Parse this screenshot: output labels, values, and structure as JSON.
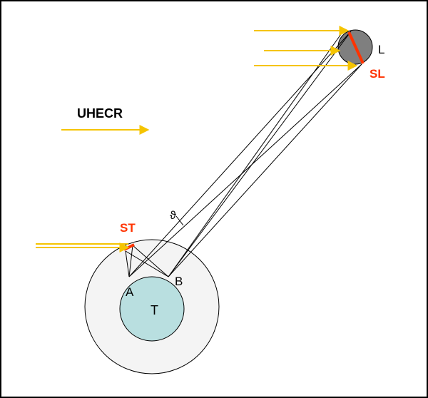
{
  "labels": {
    "uhecr": "UHECR",
    "st": "ST",
    "sl": "SL",
    "l": "L",
    "a": "A",
    "b": "B",
    "t": "T",
    "theta": "ϑ"
  },
  "colors": {
    "ray": "#f5c400",
    "red_accent": "#ff3300",
    "earth_fill": "#b9dfe0",
    "atmosphere_fill": "#f4f4f4",
    "moon_fill": "#7f7f7f",
    "line": "#000000"
  }
}
